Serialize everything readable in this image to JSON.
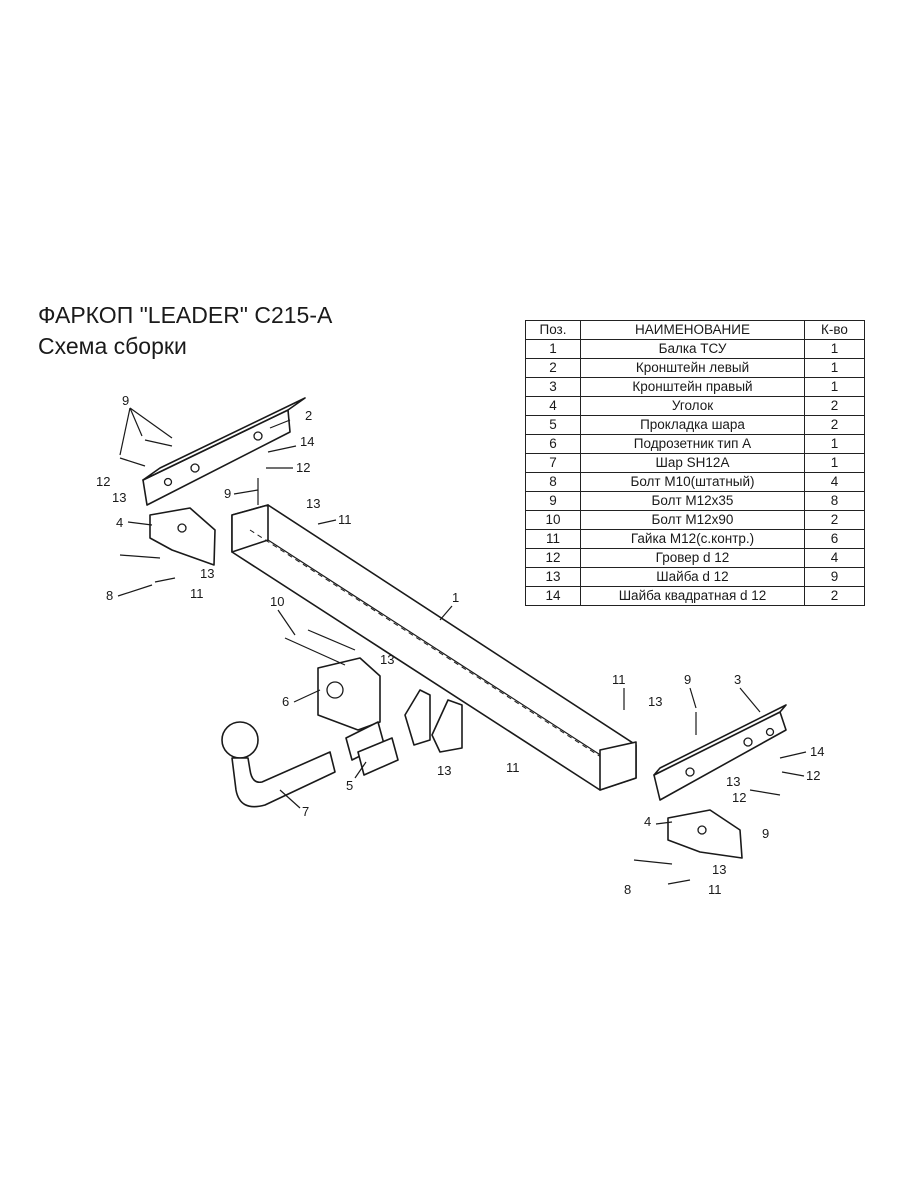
{
  "header": {
    "title": "ФАРКОП \"LEADER\" C215-A",
    "subtitle": "Схема сборки"
  },
  "parts_table": {
    "headers": [
      "Поз.",
      "НАИМЕНОВАНИЕ",
      "К-во"
    ],
    "rows": [
      [
        "1",
        "Балка ТСУ",
        "1"
      ],
      [
        "2",
        "Кронштейн левый",
        "1"
      ],
      [
        "3",
        "Кронштейн правый",
        "1"
      ],
      [
        "4",
        "Уголок",
        "2"
      ],
      [
        "5",
        "Прокладка шара",
        "2"
      ],
      [
        "6",
        "Подрозетник тип А",
        "1"
      ],
      [
        "7",
        "Шар SH12A",
        "1"
      ],
      [
        "8",
        "Болт М10(штатный)",
        "4"
      ],
      [
        "9",
        "Болт М12х35",
        "8"
      ],
      [
        "10",
        "Болт М12х90",
        "2"
      ],
      [
        "11",
        "Гайка М12(с.контр.)",
        "6"
      ],
      [
        "12",
        "Гровер d 12",
        "4"
      ],
      [
        "13",
        "Шайба d 12",
        "9"
      ],
      [
        "14",
        "Шайба квадратная d 12",
        "2"
      ]
    ]
  },
  "callouts": [
    "9",
    "2",
    "14",
    "12",
    "12",
    "13",
    "9",
    "13",
    "11",
    "4",
    "13",
    "8",
    "11",
    "1",
    "10",
    "13",
    "6",
    "7",
    "5",
    "13",
    "11",
    "11",
    "13",
    "9",
    "3",
    "14",
    "12",
    "13",
    "12",
    "9",
    "4",
    "13",
    "8",
    "11"
  ]
}
